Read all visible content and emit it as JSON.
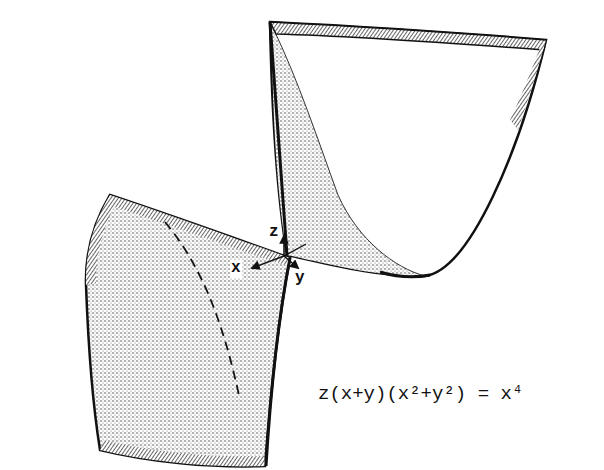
{
  "diagram": {
    "labels": [
      "z",
      "x",
      "y",
      "z(x+y)(x²+y²) = x⁴"
    ]
  }
}
